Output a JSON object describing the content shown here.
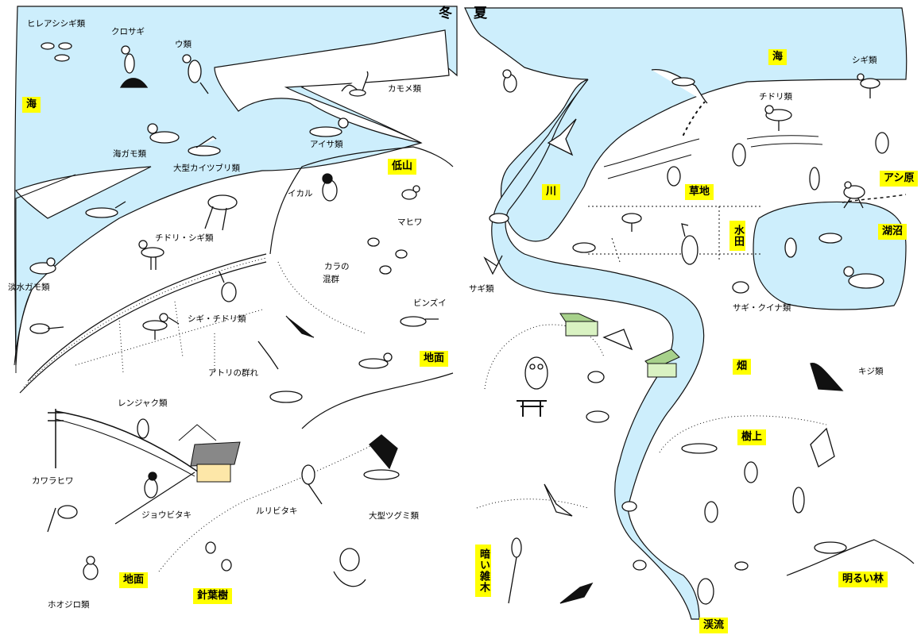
{
  "header": {
    "winter": "冬",
    "summer": "夏"
  },
  "colors": {
    "water": "#cdeefc",
    "highlight": "#ffff00",
    "ink": "#111111",
    "house_roof": "#888888",
    "house_wall": "#fde7a8",
    "field_house_wall": "#d9f2c2",
    "field_house_roof": "#a7d18b"
  },
  "winter": {
    "habitats": {
      "sea": "海",
      "low_mountain": "低山",
      "ground_upper": "地面",
      "ground_lower": "地面",
      "conifer": "針葉樹"
    },
    "species": {
      "hireashigi": "ヒレアシシギ類",
      "kurosagi": "クロサギ",
      "u": "ウ類",
      "kamome": "カモメ類",
      "umigamo": "海ガモ類",
      "taigata_kaitsuburi": "大型カイツブリ類",
      "aisa": "アイサ類",
      "tansui_gamo": "淡水ガモ類",
      "chidori_shigi": "チドリ・シギ類",
      "shigi_chidori": "シギ・チドリ類",
      "ikaru": "イカル",
      "mahiwa": "マヒワ",
      "kara_line1": "カラの",
      "kara_line2": "混群",
      "binzui": "ビンズイ",
      "atori": "アトリの群れ",
      "renjaku": "レンジャク類",
      "kawarahiwa": "カワラヒワ",
      "joubitaki": "ジョウビタキ",
      "ruribitaki": "ルリビタキ",
      "ogata_tsugumi": "大型ツグミ類",
      "hoojiro": "ホオジロ類"
    }
  },
  "summer": {
    "habitats": {
      "sea": "海",
      "river": "川",
      "grassland": "草地",
      "reed": "アシ原",
      "paddy": "水田",
      "lake": "湖沼",
      "field": "畑",
      "treetop": "樹上",
      "dark_woods": "暗い雑木",
      "bright_forest": "明るい林",
      "stream": "渓流"
    },
    "species": {
      "shigi": "シギ類",
      "chidori": "チドリ類",
      "sagi": "サギ類",
      "sagi_kuina": "サギ・クイナ類",
      "kiji": "キジ類"
    }
  }
}
